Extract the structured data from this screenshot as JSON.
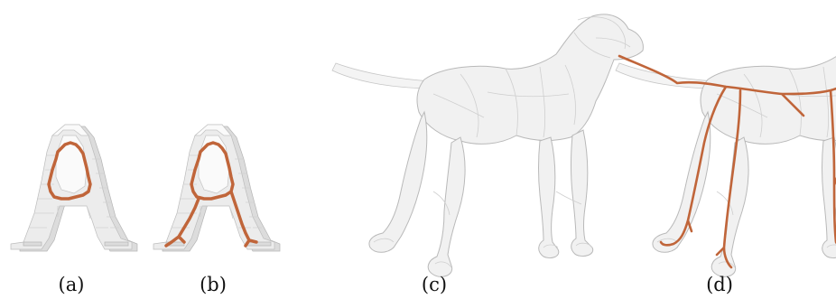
{
  "captions": {
    "a": "(a)",
    "b": "(b)",
    "c": "(c)",
    "d": "(d)"
  },
  "colors": {
    "skeleton": "#c0653a",
    "mesh_fill": "#f1f1f1",
    "mesh_stroke": "#b9b9b9"
  },
  "panels": [
    {
      "id": "a",
      "content": "voxelized-letter-a-with-loop-skeleton"
    },
    {
      "id": "b",
      "content": "voxelized-letter-a-with-full-skeleton"
    },
    {
      "id": "c",
      "content": "dog-mesh"
    },
    {
      "id": "d",
      "content": "dog-mesh-with-curve-skeleton"
    }
  ]
}
